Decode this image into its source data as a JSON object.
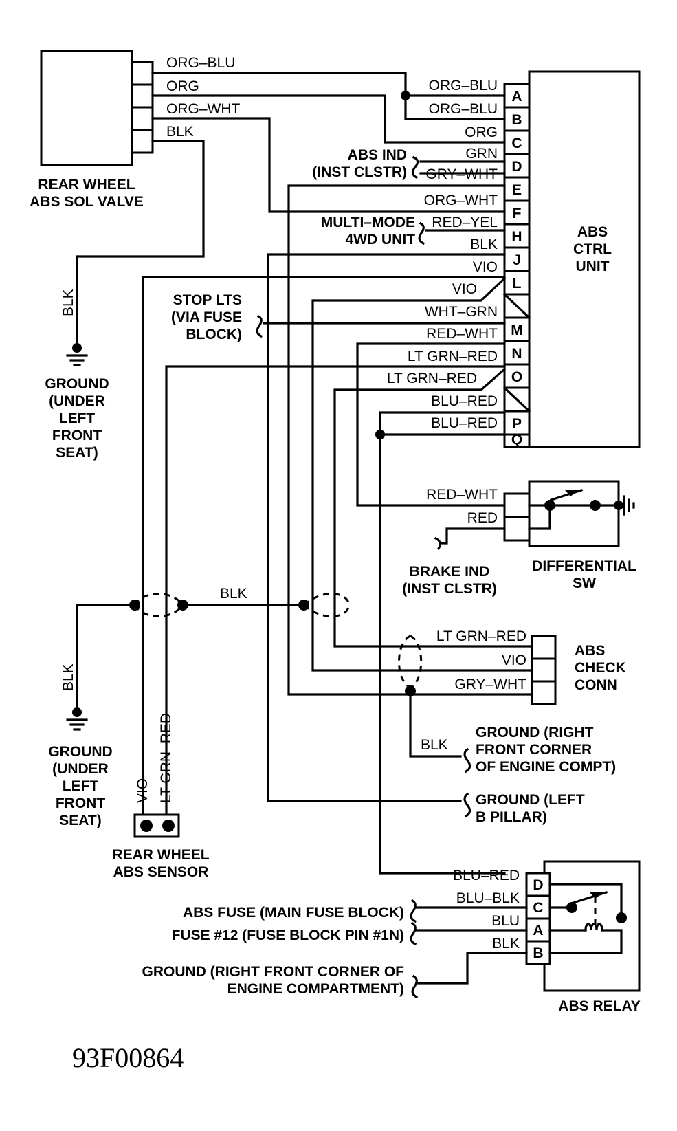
{
  "components": {
    "rear_sol_valve": [
      "REAR WHEEL",
      "ABS SOL VALVE"
    ],
    "abs_ctrl_unit": [
      "ABS",
      "CTRL",
      "UNIT"
    ],
    "ground_1": [
      "GROUND",
      "(UNDER",
      "LEFT",
      "FRONT",
      "SEAT)"
    ],
    "ground_2": [
      "GROUND",
      "(UNDER",
      "LEFT",
      "FRONT",
      "SEAT)"
    ],
    "abs_ind": [
      "ABS IND",
      "(INST CLSTR)"
    ],
    "multi_mode": [
      "MULTI–MODE",
      "4WD UNIT"
    ],
    "stop_lts": [
      "STOP LTS",
      "(VIA FUSE",
      "BLOCK)"
    ],
    "brake_ind": [
      "BRAKE IND",
      "(INST CLSTR)"
    ],
    "differential_sw": [
      "DIFFERENTIAL",
      "SW"
    ],
    "abs_check_conn": [
      "ABS",
      "CHECK",
      "CONN"
    ],
    "ground_right": [
      "GROUND (RIGHT",
      "FRONT CORNER",
      "OF ENGINE COMPT)"
    ],
    "ground_left_b": [
      "GROUND (LEFT",
      "B PILLAR)"
    ],
    "rear_sensor": [
      "REAR WHEEL",
      "ABS SENSOR"
    ],
    "abs_fuse": "ABS FUSE (MAIN FUSE BLOCK)",
    "fuse_12": "FUSE #12 (FUSE BLOCK PIN #1N)",
    "ground_relay": [
      "GROUND (RIGHT FRONT CORNER OF",
      "ENGINE COMPARTMENT)"
    ],
    "abs_relay": "ABS RELAY"
  },
  "ctrl_pins": [
    "A",
    "B",
    "C",
    "D",
    "E",
    "F",
    "H",
    "J",
    "L",
    "M",
    "N",
    "O",
    "P",
    "Q"
  ],
  "relay_pins": [
    "D",
    "C",
    "A",
    "B"
  ],
  "wires": {
    "valve_1": "ORG–BLU",
    "valve_2": "ORG",
    "valve_3": "ORG–WHT",
    "valve_4": "BLK",
    "pin_A": "ORG–BLU",
    "pin_B": "ORG–BLU",
    "pin_C": "ORG",
    "pin_D_top": "GRN",
    "pin_D": "GRY–WHT",
    "pin_E": "ORG–WHT",
    "pin_F": "RED–YEL",
    "pin_H": "BLK",
    "pin_J": "VIO",
    "pin_L": "VIO",
    "pin_L2": "WHT–GRN",
    "pin_M": "RED–WHT",
    "pin_N": "LT GRN–RED",
    "pin_O": "LT GRN–RED",
    "pin_O2": "BLU–RED",
    "pin_P": "BLU–RED",
    "blk_ground_1": "BLK",
    "blk_ground_2": "BLK",
    "shield_blk": "BLK",
    "diff_1": "RED–WHT",
    "diff_2": "RED",
    "check_1": "LT GRN–RED",
    "check_2": "VIO",
    "check_3": "GRY–WHT",
    "check_gnd": "BLK",
    "sensor_vio": "VIO",
    "sensor_ltgrn": "LT GRN–RED",
    "relay_1": "BLU–RED",
    "relay_2": "BLU–BLK",
    "relay_3": "BLU",
    "relay_4": "BLK"
  },
  "figure_code": "93F00864"
}
